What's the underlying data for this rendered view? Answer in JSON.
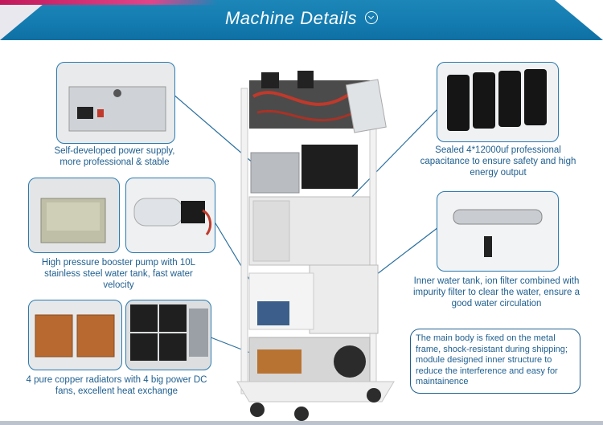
{
  "header": {
    "title": "Machine Details"
  },
  "callouts": {
    "power_supply": "Self-developed power supply, more professional & stable",
    "pump": "High pressure booster pump with 10L stainless steel water tank, fast water velocity",
    "radiators": "4 pure copper radiators with 4 big power DC fans, excellent heat exchange",
    "capacitance": "Sealed 4*12000uf professional capacitance to ensure safety and high energy output",
    "water_tank": "Inner water tank, ion filter combined with impurity filter to clear the water, ensure a good water circulation",
    "main_body": "The main body is fixed on the metal frame, shock-resistant during shipping; module designed inner structure to reduce the interference and easy for maintainence"
  },
  "colors": {
    "banner": "#137bb0",
    "accent_pink": "#c2185b",
    "text": "#1f5f8f"
  }
}
